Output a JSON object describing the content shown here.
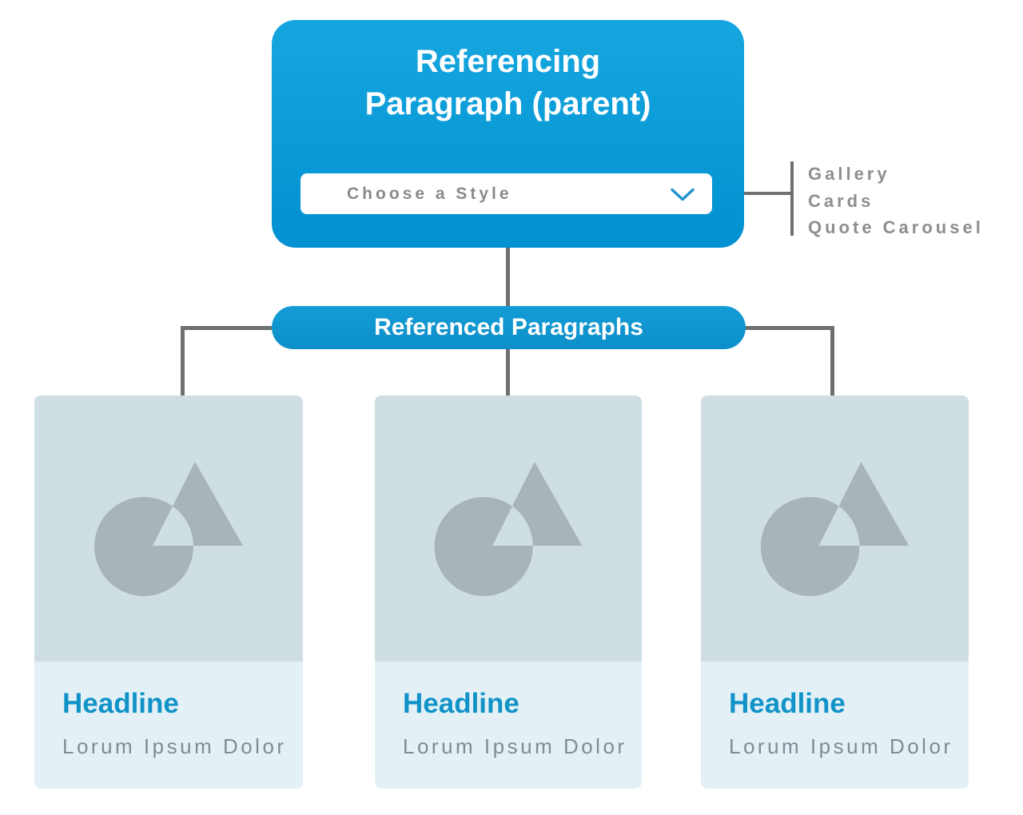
{
  "parent_box": {
    "title_line1": "Referencing",
    "title_line2": "Paragraph (parent)",
    "dropdown": {
      "label": "Choose a Style"
    }
  },
  "style_options": {
    "items": [
      {
        "label": "Gallery"
      },
      {
        "label": "Cards"
      },
      {
        "label": "Quote Carousel"
      }
    ]
  },
  "pill": {
    "label": "Referenced Paragraphs"
  },
  "cards": [
    {
      "headline": "Headline",
      "subtext": "Lorum Ipsum Dolor"
    },
    {
      "headline": "Headline",
      "subtext": "Lorum Ipsum Dolor"
    },
    {
      "headline": "Headline",
      "subtext": "Lorum Ipsum Dolor"
    }
  ],
  "icons": {
    "dropdown_chevron": "chevron-down",
    "card_placeholder": "circle-triangle-image-placeholder"
  },
  "colors": {
    "box_blue_top": "#16a6df",
    "box_blue_bottom": "#0191d1",
    "pill_blue_top": "#149cd6",
    "pill_blue_bottom": "#0c8fc8",
    "connector_gray": "#6e6f71",
    "label_gray": "#8e8e8e",
    "dropdown_text_gray": "#8a8a8a",
    "chevron_blue": "#2094cf",
    "card_image_bg": "#cfdee3",
    "card_shape_gray": "#a7b5bb",
    "card_text_bg": "#e3f1f7",
    "headline_blue": "#1193c7",
    "subtext_gray": "#7e8d94"
  }
}
